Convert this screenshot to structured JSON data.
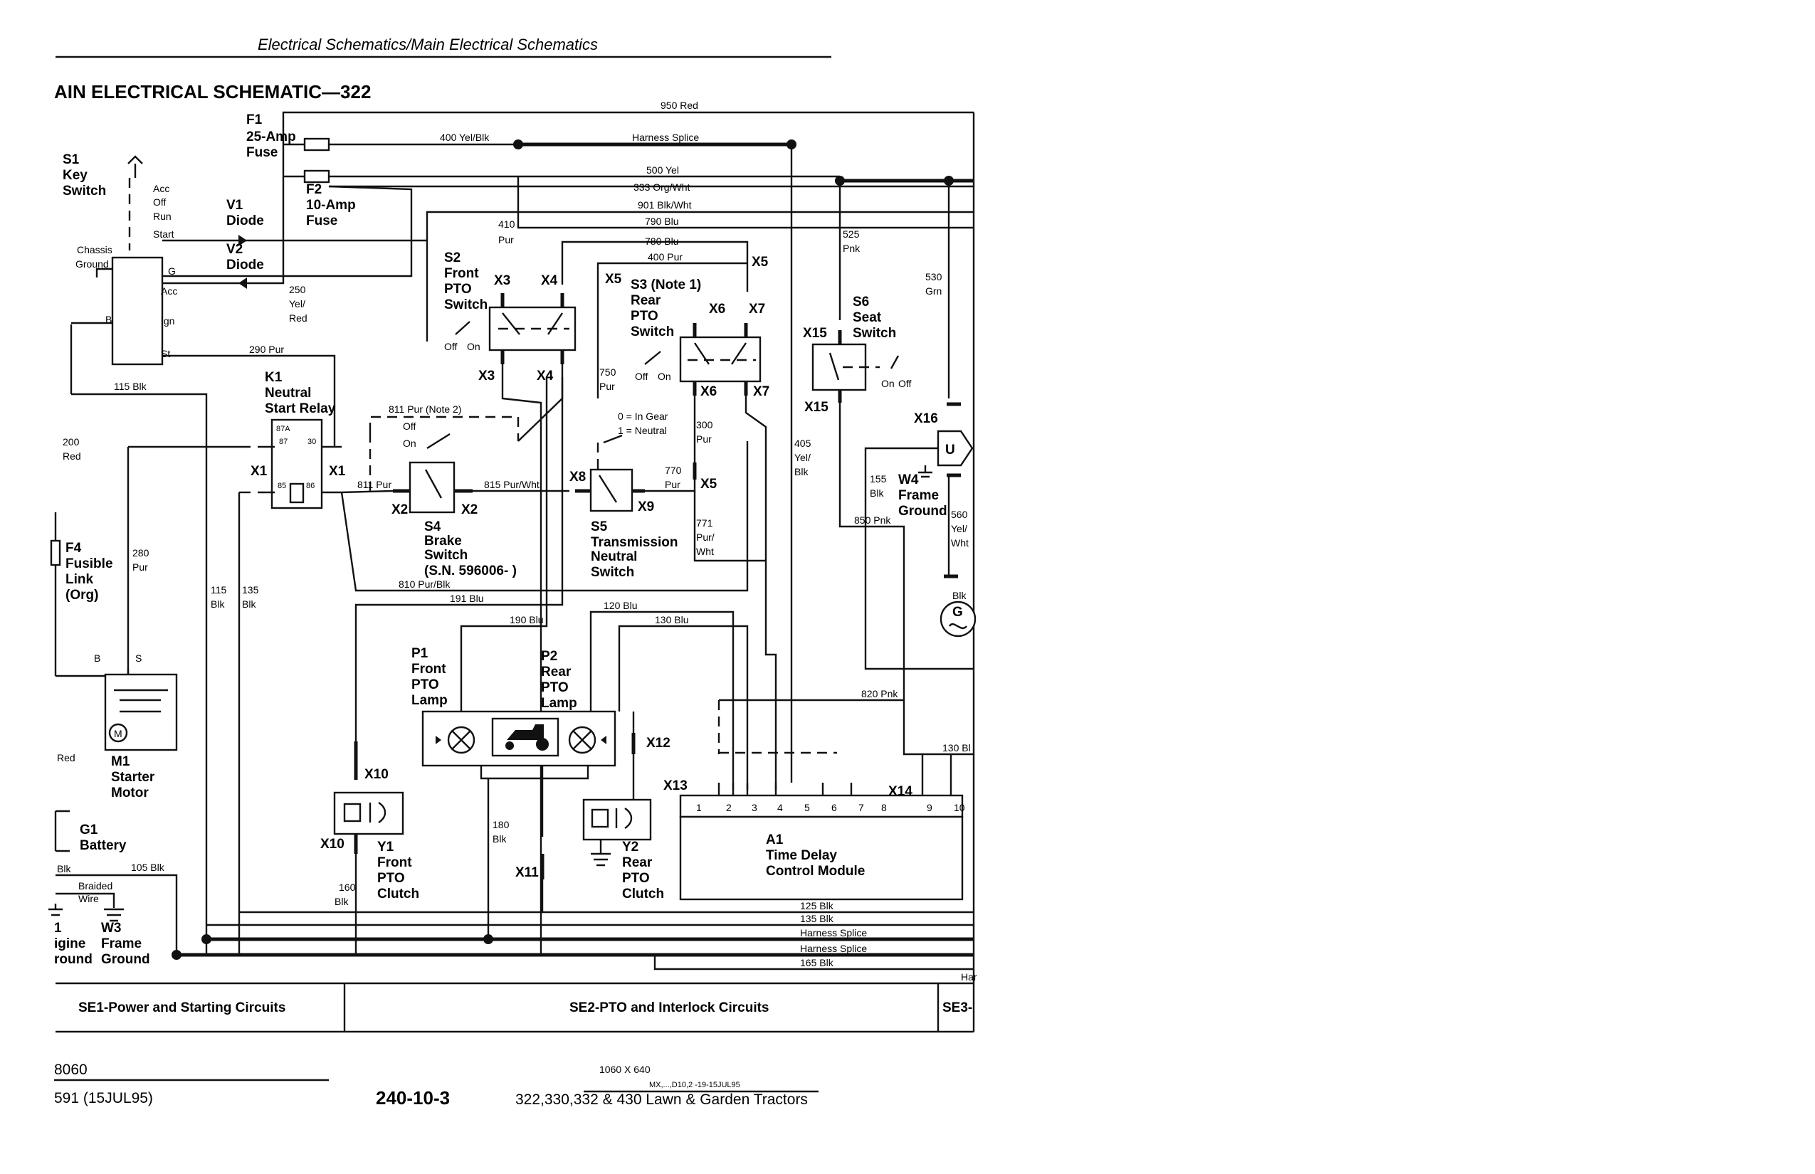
{
  "header": {
    "running_head": "Electrical Schematics/Main Electrical Schematics",
    "title": "AIN ELECTRICAL SCHEMATIC—322"
  },
  "fuses": {
    "f1": [
      "F1",
      "25-Amp",
      "Fuse"
    ],
    "f2": [
      "F2",
      "10-Amp",
      "Fuse"
    ],
    "f4": [
      "F4",
      "Fusible",
      "Link",
      "(Org)"
    ]
  },
  "switches": {
    "s1": [
      "S1",
      "Key",
      "Switch"
    ],
    "s1_positions": [
      "Acc",
      "Off",
      "Run",
      "Start"
    ],
    "s1_terminals": [
      "G",
      "Acc",
      "Ign",
      "St"
    ],
    "chassis_ground": [
      "Chassis",
      "Ground"
    ],
    "s2": [
      "S2",
      "Front",
      "PTO",
      "Switch"
    ],
    "s3": [
      "S3 (Note 1)",
      "Rear",
      "PTO",
      "Switch"
    ],
    "s4": [
      "S4",
      "Brake",
      "Switch",
      "(S.N. 596006- )"
    ],
    "s5": [
      "S5",
      "Transmission",
      "Neutral",
      "Switch"
    ],
    "s5_modes": [
      "0 = In Gear",
      "1 = Neutral"
    ],
    "s6": [
      "S6",
      "Seat",
      "Switch"
    ],
    "off_on": [
      "Off",
      "On"
    ],
    "on_off": [
      "On",
      "Off"
    ]
  },
  "diodes": {
    "v1": [
      "V1",
      "Diode"
    ],
    "v2": [
      "V2",
      "Diode"
    ]
  },
  "relay": {
    "k1": [
      "K1",
      "Neutral",
      "Start Relay"
    ],
    "terminals": [
      "87A",
      "87",
      "30",
      "85",
      "86"
    ]
  },
  "components": {
    "p1": [
      "P1",
      "Front",
      "PTO",
      "Lamp"
    ],
    "p2": [
      "P2",
      "Rear",
      "PTO",
      "Lamp"
    ],
    "y1": [
      "Y1",
      "Front",
      "PTO",
      "Clutch"
    ],
    "y2": [
      "Y2",
      "Rear",
      "PTO",
      "Clutch"
    ],
    "a1": [
      "A1",
      "Time Delay",
      "Control Module"
    ],
    "a1_pins": [
      "1",
      "2",
      "3",
      "4",
      "5",
      "6",
      "7",
      "8",
      "9",
      "10"
    ],
    "m1": [
      "M1",
      "Starter",
      "Motor"
    ],
    "m1_terminals": [
      "B",
      "S"
    ],
    "g1": [
      "G1",
      "Battery"
    ],
    "w3": [
      "W3",
      "Frame",
      "Ground"
    ],
    "w4": [
      "W4",
      "Frame",
      "Ground"
    ],
    "engine_ground": [
      "1",
      "igine",
      "round"
    ],
    "braided": [
      "Braided",
      "Wire"
    ]
  },
  "connectors": [
    "X1",
    "X2",
    "X3",
    "X4",
    "X5",
    "X6",
    "X7",
    "X8",
    "X9",
    "X10",
    "X11",
    "X12",
    "X13",
    "X14",
    "X15",
    "X16"
  ],
  "wires": {
    "w950": "950 Red",
    "w400": "400 Yel/Blk",
    "harness_splice": "Harness Splice",
    "w500": "500 Yel",
    "w333": "333 Org/Wht",
    "w901": "901 Blk/Wht",
    "w790": "790 Blu",
    "w780": "780 Blu",
    "w400p": "400 Pur",
    "w410": [
      "410",
      "Pur"
    ],
    "w250": [
      "250",
      "Yel/",
      "Red"
    ],
    "w290": "290 Pur",
    "w115top": "115 Blk",
    "w200": [
      "200",
      "Red"
    ],
    "w811": "811 Pur (Note 2)",
    "w811b": "811 Pur",
    "w815": "815 Pur/Wht",
    "w750": [
      "750",
      "Pur"
    ],
    "w300": [
      "300",
      "Pur"
    ],
    "w770": [
      "770",
      "Pur"
    ],
    "w771": [
      "771",
      "Pur/",
      "Wht"
    ],
    "w810": "810 Pur/Blk",
    "w191": "191 Blu",
    "w190": "190 Blu",
    "w120": "120 Blu",
    "w130": "130 Blu",
    "w280": [
      "280",
      "Pur"
    ],
    "w115": [
      "115",
      "Blk"
    ],
    "w135": [
      "135",
      "Blk"
    ],
    "w525": [
      "525",
      "Pnk"
    ],
    "w530": [
      "530",
      "Grn"
    ],
    "w405": [
      "405",
      "Yel/",
      "Blk"
    ],
    "w155": [
      "155",
      "Blk"
    ],
    "w560": [
      "560",
      "Yel/",
      "Wht"
    ],
    "w850": "850 Pnk",
    "w820": "820 Pnk",
    "w130bl": "130 Bl",
    "w180": [
      "180",
      "Blk"
    ],
    "w160": [
      "160",
      "Blk"
    ],
    "w105": "105 Blk",
    "w125": "125 Blk",
    "w135b": "135 Blk",
    "w165": "165 Blk",
    "red": "Red",
    "blk": "Blk",
    "har": "Har"
  },
  "sections": [
    "SE1-Power and Starting Circuits",
    "SE2-PTO and Interlock Circuits",
    "SE3-"
  ],
  "footer": {
    "left_top": "8060",
    "left_bottom": "591 (15JUL95)",
    "page": "240-10-3",
    "dims": "1060 X 640",
    "code": "MX,...,D10,2 -19-15JUL95",
    "tractors": "322,330,332 & 430 Lawn & Garden Tractors"
  }
}
